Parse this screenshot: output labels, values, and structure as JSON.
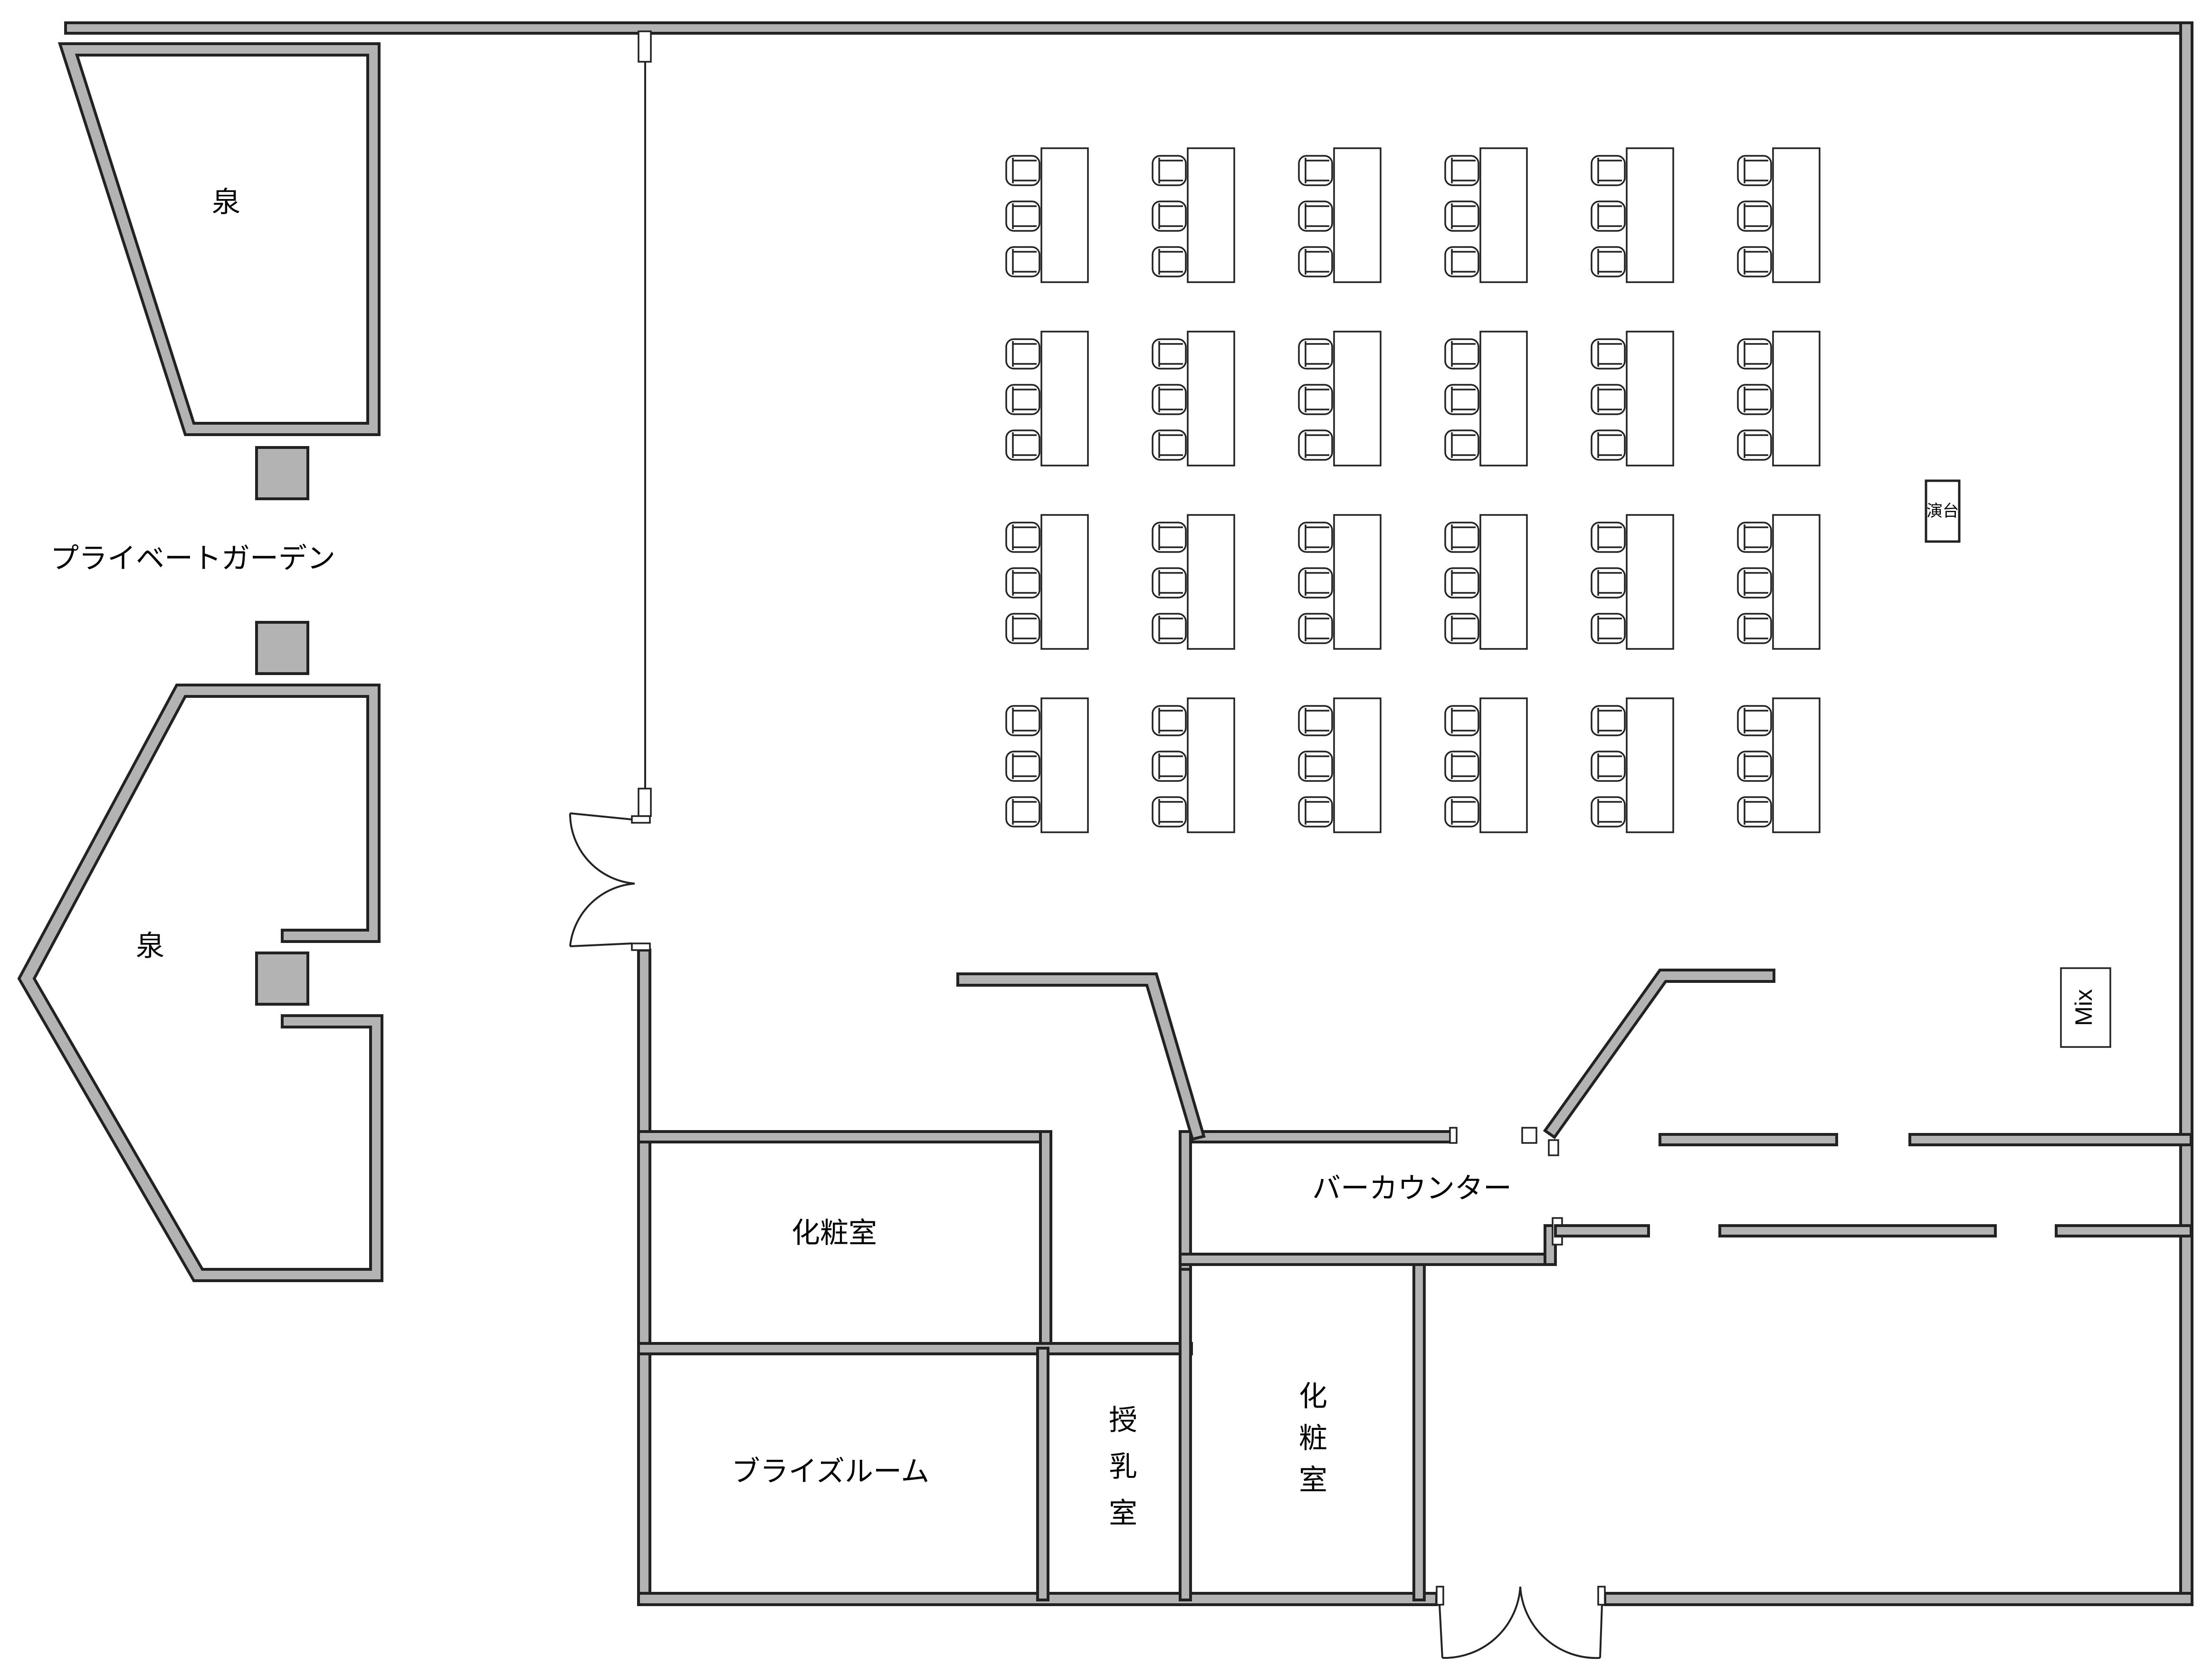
{
  "labels": {
    "spring_top": "泉",
    "spring_bottom": "泉",
    "private_garden": "プライベートガーデン",
    "powder_room_left": "化粧室",
    "bridal_room": "ブライズルーム",
    "nursing_room_chars": [
      "授",
      "乳",
      "室"
    ],
    "powder_room_right_chars": [
      "化",
      "粧",
      "室"
    ],
    "bar_counter": "バーカウンター",
    "podium": "演台",
    "mix": "Mix"
  },
  "seating": {
    "table_rows": 4,
    "table_columns": 6,
    "chairs_per_table": 3
  }
}
